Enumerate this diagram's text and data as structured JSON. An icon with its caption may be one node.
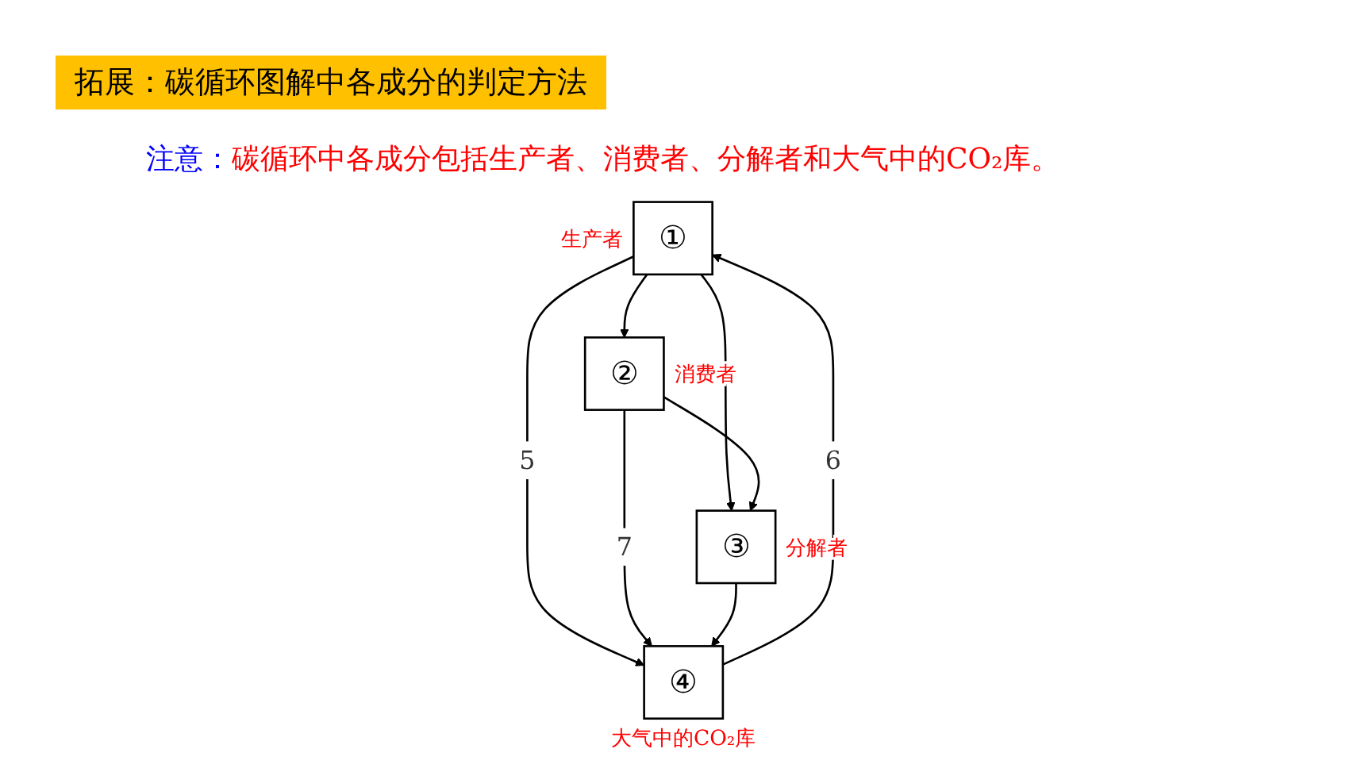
{
  "diagram": {
    "title": "拓展：碳循环图解中各成分的判定方法",
    "nodes": [
      {
        "text": [
          "①"
        ],
        "beside": [
          "生产者"
        ]
      },
      {
        "text": [
          "②"
        ],
        "beside": [
          "消费者"
        ]
      },
      {
        "text": [
          "④"
        ],
        "beside": [
          "大气中的CO₂库"
        ]
      },
      {
        "text": [
          "③"
        ],
        "beside": [
          "分解者"
        ]
      }
    ],
    "edges": [
      {
        "from": 0,
        "to": 1,
        "arrow": "to"
      },
      {
        "from": 0,
        "to": 2,
        "arrow": "to",
        "label": "5"
      },
      {
        "from": 2,
        "to": 0,
        "arrow": "to",
        "label": "6"
      },
      {
        "from": 0,
        "to": 3,
        "arrow": "to"
      },
      {
        "from": 1,
        "to": 2,
        "arrow": "to",
        "label": "7"
      },
      {
        "from": 1,
        "to": 3,
        "arrow": "to"
      },
      {
        "from": 3,
        "to": 2,
        "arrow": "to"
      }
    ],
    "labels": [
      "注意：",
      "碳循环中各成分包括生产者、消费者、分解者和大气中的CO₂库。"
    ]
  }
}
